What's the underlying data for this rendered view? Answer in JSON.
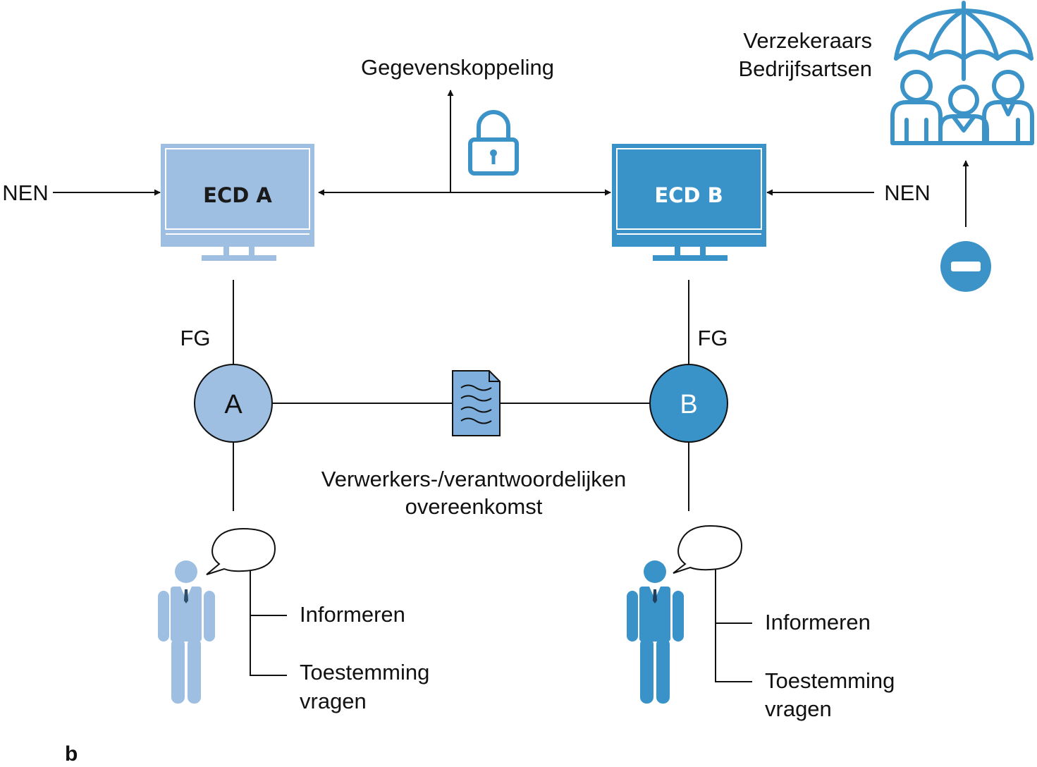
{
  "colors": {
    "light_blue": "#9ebfe2",
    "dark_blue": "#3a93c8",
    "icon_blue": "#3b93c8",
    "line": "#111111"
  },
  "labels": {
    "gegevenskoppeling": "Gegevenskoppeling",
    "nen_left": "NEN",
    "nen_right": "NEN",
    "ecd_a": "ECD A",
    "ecd_b": "ECD B",
    "verzekeraars": "Verzekeraars",
    "bedrijfsartsen": "Bedrijfsartsen",
    "fg_left": "FG",
    "fg_right": "FG",
    "party_a": "A",
    "party_b": "B",
    "agreement_line1": "Verwerkers-/verantwoordelijken",
    "agreement_line2": "overeenkomst",
    "informeren_a": "Informeren",
    "toestemming_a_line1": "Toestemming",
    "toestemming_a_line2": "vragen",
    "informeren_b": "Informeren",
    "toestemming_b_line1": "Toestemming",
    "toestemming_b_line2": "vragen",
    "panel": "b"
  },
  "icons": {
    "lock": "padlock-icon",
    "document": "document-icon",
    "umbrella_group": "umbrella-group-icon",
    "blocked": "minus-circle-icon",
    "person": "businessman-icon",
    "speech": "speech-bubble-icon"
  }
}
